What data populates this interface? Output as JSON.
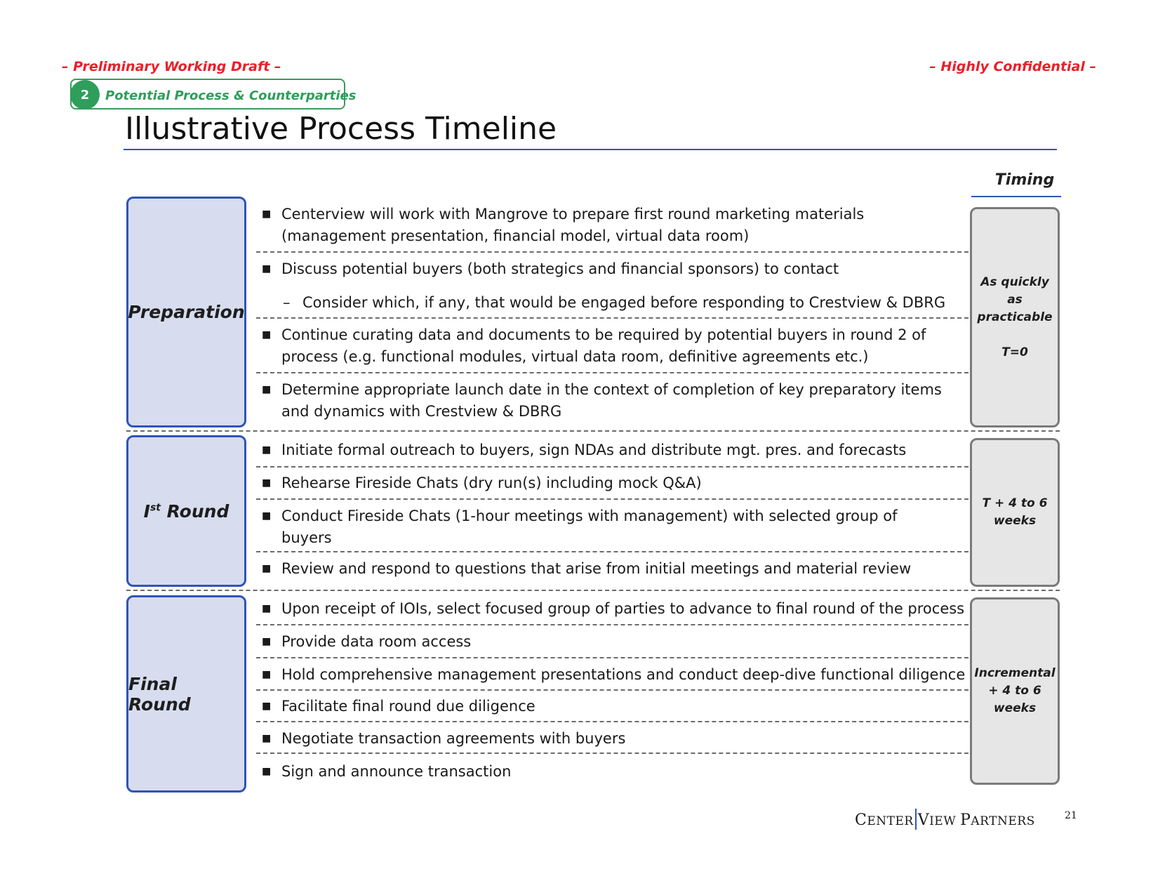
{
  "header": {
    "draft_label": "– Preliminary Working Draft –",
    "confidential_label": "– Highly Confidential –",
    "section_number": "2",
    "section_label": "Potential Process & Counterparties",
    "title": "Illustrative Process Timeline"
  },
  "timing_header": "Timing",
  "phases": {
    "preparation": {
      "label": "Preparation",
      "timing": [
        "As quickly as",
        "practicable",
        "",
        "T=0"
      ],
      "items": [
        {
          "line1": "Centerview will work with Mangrove to prepare first round marketing materials",
          "line2": "(management presentation, financial model, virtual data room)"
        },
        {
          "line1": "Discuss potential buyers (both strategics and financial sponsors) to contact"
        },
        {
          "sub": "Consider which, if any, that would be engaged before responding to Crestview & DBRG"
        },
        {
          "line1": "Continue curating data and documents to be required by potential buyers in round 2 of",
          "line2": "process (e.g. functional modules, virtual data room, definitive agreements etc.)"
        },
        {
          "line1": "Determine appropriate launch date in the context of completion of key preparatory items",
          "line2": "and dynamics with Crestview & DBRG"
        }
      ]
    },
    "first_round": {
      "label_main": "I",
      "label_sup": "st",
      "label_rest": " Round",
      "timing": [
        "T + 4 to 6",
        "weeks"
      ],
      "items": [
        "Initiate formal outreach to buyers, sign NDAs and distribute mgt. pres. and forecasts",
        "Rehearse Fireside Chats (dry run(s) including mock Q&A)",
        "Conduct Fireside Chats (1-hour meetings with management) with selected group of",
        "buyers",
        "Review and respond to questions that arise from initial meetings and material review"
      ]
    },
    "final_round": {
      "label": "Final Round",
      "timing": [
        "Incremental",
        "+ 4 to 6",
        "weeks"
      ],
      "items": [
        "Upon receipt of IOIs, select focused group of parties to advance to final round of the process",
        "Provide data room access",
        "Hold comprehensive management presentations and conduct deep-dive functional diligence",
        "Facilitate final round due diligence",
        "Negotiate transaction agreements with buyers",
        "Sign and announce transaction"
      ]
    }
  },
  "footer": {
    "logo_left_initial": "C",
    "logo_left_rest": "ENTER",
    "logo_right_initial": "V",
    "logo_right_rest": "IEW ",
    "logo_partners_initial": "P",
    "logo_partners_rest": "ARTNERS",
    "page_number": "21"
  },
  "colors": {
    "accent_red": "#e8202a",
    "accent_green": "#2e9e5b",
    "accent_blue": "#2f55b5",
    "phase_fill": "#d7ddef",
    "timing_fill": "#e6e6e6"
  }
}
